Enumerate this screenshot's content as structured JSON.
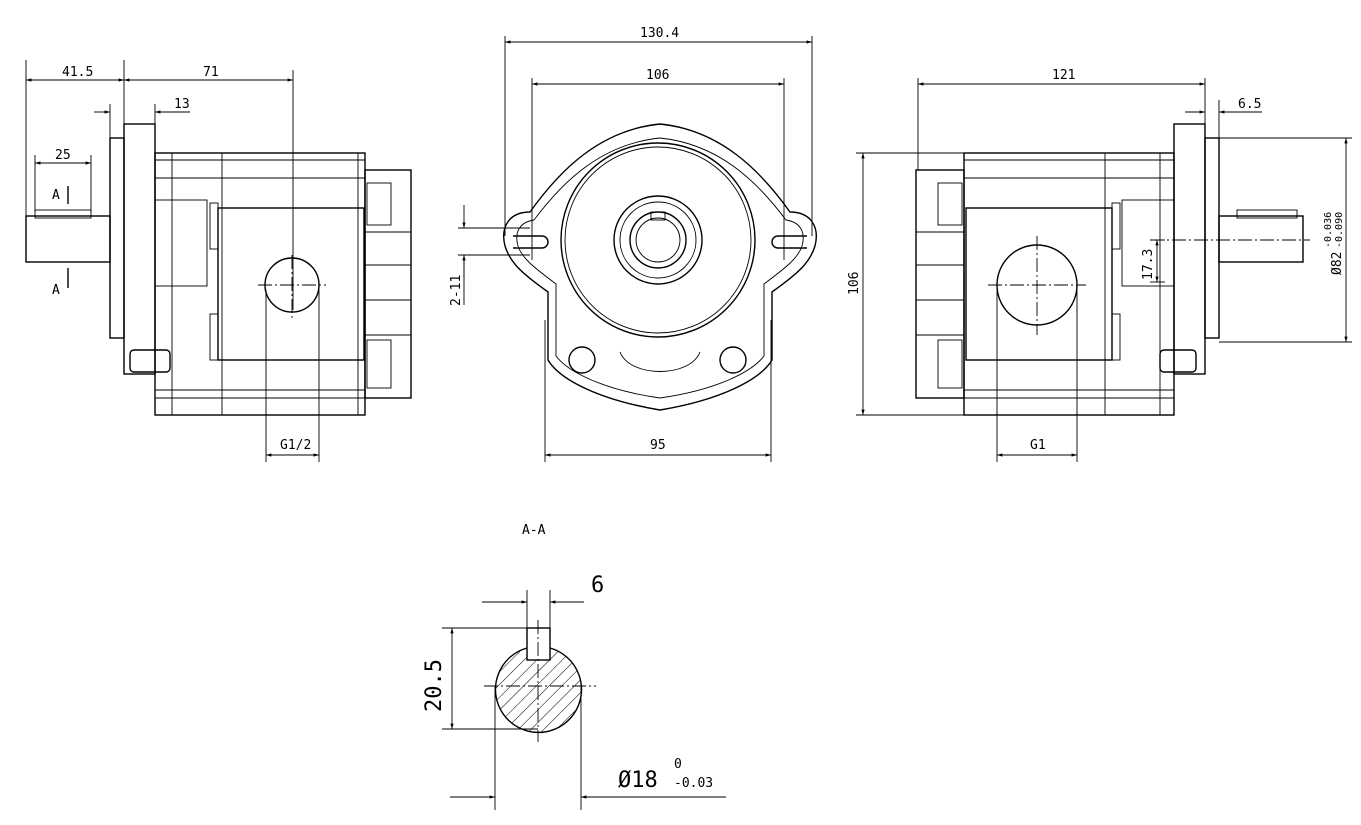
{
  "drawing": {
    "side_view_left": {
      "dims": {
        "overall_left": "41.5",
        "flange_to_port": "71",
        "flange_thickness": "13",
        "shaft_length": "25",
        "port_thread": "G1/2"
      },
      "section_marks": {
        "top": "A",
        "bottom": "A"
      }
    },
    "front_view": {
      "dims": {
        "overall_width": "130.4",
        "bolt_spacing": "106",
        "body_width": "95",
        "slot_label": "2-11"
      }
    },
    "side_view_right": {
      "dims": {
        "overall_length": "121",
        "pilot_length": "6.5",
        "height": "106",
        "key_height": "17.3",
        "pilot_diameter": "Ø82",
        "pilot_tol_upper": "-0.036",
        "pilot_tol_lower": "-0.090",
        "port_thread": "G1"
      }
    },
    "section_view": {
      "title": "A-A",
      "dims": {
        "key_width": "6",
        "key_depth": "20.5",
        "shaft_diameter": "Ø18",
        "tol_upper": "0",
        "tol_lower": "-0.03"
      }
    }
  }
}
